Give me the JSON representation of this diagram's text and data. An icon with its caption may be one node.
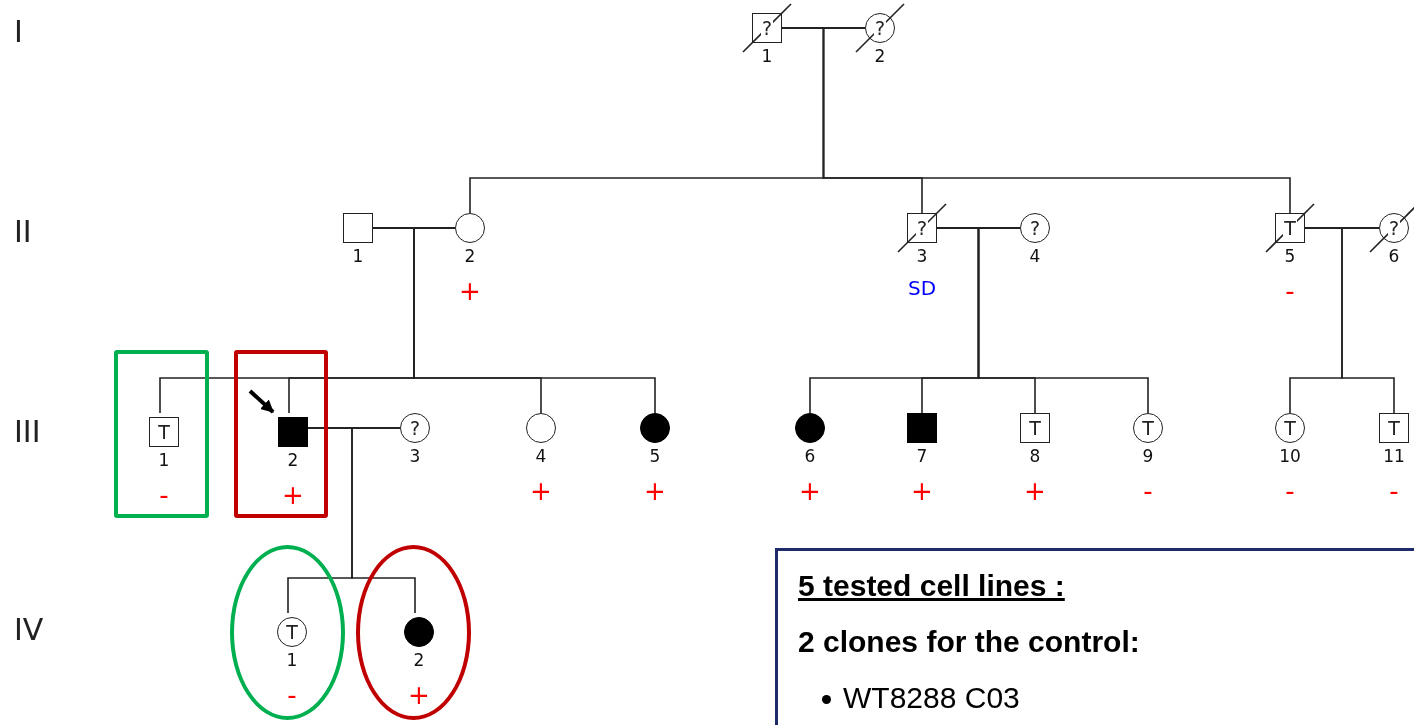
{
  "diagram": {
    "nodes": [
      {
        "text": [
          "?"
        ],
        "beside": [
          "1"
        ]
      },
      {
        "text": [
          "?"
        ],
        "beside": [
          "2"
        ]
      },
      {
        "text": [],
        "shape": "box",
        "beside": [
          "1"
        ]
      },
      {
        "text": [],
        "shape": "circle",
        "beside": [
          "2",
          "+"
        ]
      },
      {
        "text": [
          "?"
        ],
        "beside": [
          "3",
          "SD"
        ]
      },
      {
        "text": [
          "?"
        ],
        "beside": [
          "4"
        ]
      },
      {
        "text": [
          "T"
        ],
        "beside": [
          "5",
          "-"
        ]
      },
      {
        "text": [
          "?"
        ],
        "beside": [
          "6"
        ]
      },
      {
        "text": [],
        "shape": "box"
      },
      {
        "text": [
          "T"
        ],
        "in": 8,
        "beside": [
          "1",
          "-"
        ]
      },
      {
        "text": [],
        "shape": "box"
      },
      {
        "text": [],
        "shape": "box",
        "in": 10,
        "beside": [
          "2",
          "+"
        ]
      },
      {
        "text": [
          "?"
        ],
        "beside": [
          "3"
        ]
      },
      {
        "text": [],
        "shape": "circle",
        "beside": [
          "4",
          "+"
        ]
      },
      {
        "text": [],
        "shape": "circle",
        "beside": [
          "5",
          "+"
        ]
      },
      {
        "text": [],
        "shape": "circle",
        "beside": [
          "6",
          "+"
        ]
      },
      {
        "text": [],
        "shape": "box",
        "beside": [
          "7",
          "+"
        ]
      },
      {
        "text": [
          "T"
        ],
        "beside": [
          "8",
          "+"
        ]
      },
      {
        "text": [
          "T"
        ],
        "beside": [
          "9",
          "-"
        ]
      },
      {
        "text": [
          "T"
        ],
        "beside": [
          "10",
          "-"
        ]
      },
      {
        "text": [
          "T"
        ],
        "beside": [
          "11",
          "-"
        ]
      },
      {
        "text": [],
        "shape": "circle"
      },
      {
        "text": [
          "T"
        ],
        "in": 21,
        "beside": [
          "1",
          "-"
        ]
      },
      {
        "text": [],
        "shape": "circle"
      },
      {
        "text": [],
        "shape": "circle",
        "in": 23,
        "beside": [
          "2",
          "+"
        ]
      },
      {
        "text": [
          "5 tested cell lines :",
          "2 clones for the control:",
          "WT8288 C03"
        ]
      }
    ],
    "edges": [
      {
        "from": 0,
        "to": 1,
        "arrow": "none"
      },
      {
        "from": 0,
        "to": 3,
        "arrow": "none"
      },
      {
        "from": 1,
        "to": 3,
        "arrow": "none"
      },
      {
        "from": 0,
        "to": 4,
        "arrow": "none"
      },
      {
        "from": 1,
        "to": 4,
        "arrow": "none"
      },
      {
        "from": 0,
        "to": 6,
        "arrow": "none"
      },
      {
        "from": 1,
        "to": 6,
        "arrow": "none"
      },
      {
        "from": 2,
        "to": 3,
        "arrow": "none"
      },
      {
        "from": 2,
        "to": 9,
        "arrow": "none"
      },
      {
        "from": 3,
        "to": 9,
        "arrow": "none"
      },
      {
        "from": 2,
        "to": 11,
        "arrow": "none"
      },
      {
        "from": 3,
        "to": 11,
        "arrow": "none"
      },
      {
        "from": 2,
        "to": 13,
        "arrow": "none"
      },
      {
        "from": 3,
        "to": 13,
        "arrow": "none"
      },
      {
        "from": 2,
        "to": 14,
        "arrow": "none"
      },
      {
        "from": 3,
        "to": 14,
        "arrow": "none"
      },
      {
        "from": 4,
        "to": 5,
        "arrow": "none"
      },
      {
        "from": 4,
        "to": 15,
        "arrow": "none"
      },
      {
        "from": 5,
        "to": 15,
        "arrow": "none"
      },
      {
        "from": 4,
        "to": 16,
        "arrow": "none"
      },
      {
        "from": 5,
        "to": 16,
        "arrow": "none"
      },
      {
        "from": 4,
        "to": 17,
        "arrow": "none"
      },
      {
        "from": 5,
        "to": 17,
        "arrow": "none"
      },
      {
        "from": 4,
        "to": 18,
        "arrow": "none"
      },
      {
        "from": 5,
        "to": 18,
        "arrow": "none"
      },
      {
        "from": 6,
        "to": 7,
        "arrow": "none"
      },
      {
        "from": 6,
        "to": 19,
        "arrow": "none"
      },
      {
        "from": 7,
        "to": 19,
        "arrow": "none"
      },
      {
        "from": 6,
        "to": 20,
        "arrow": "none"
      },
      {
        "from": 7,
        "to": 20,
        "arrow": "none"
      },
      {
        "from": 11,
        "to": 12,
        "arrow": "none"
      },
      {
        "from": 11,
        "to": 22,
        "arrow": "none"
      },
      {
        "from": 12,
        "to": 22,
        "arrow": "none"
      },
      {
        "from": 11,
        "to": 24,
        "arrow": "none"
      },
      {
        "from": 12,
        "to": 24,
        "arrow": "none"
      },
      {
        "from": null,
        "to": 11,
        "arrow": "to",
        "style": "thick"
      }
    ],
    "labels": [
      "I",
      "II",
      "III",
      "IV"
    ]
  }
}
